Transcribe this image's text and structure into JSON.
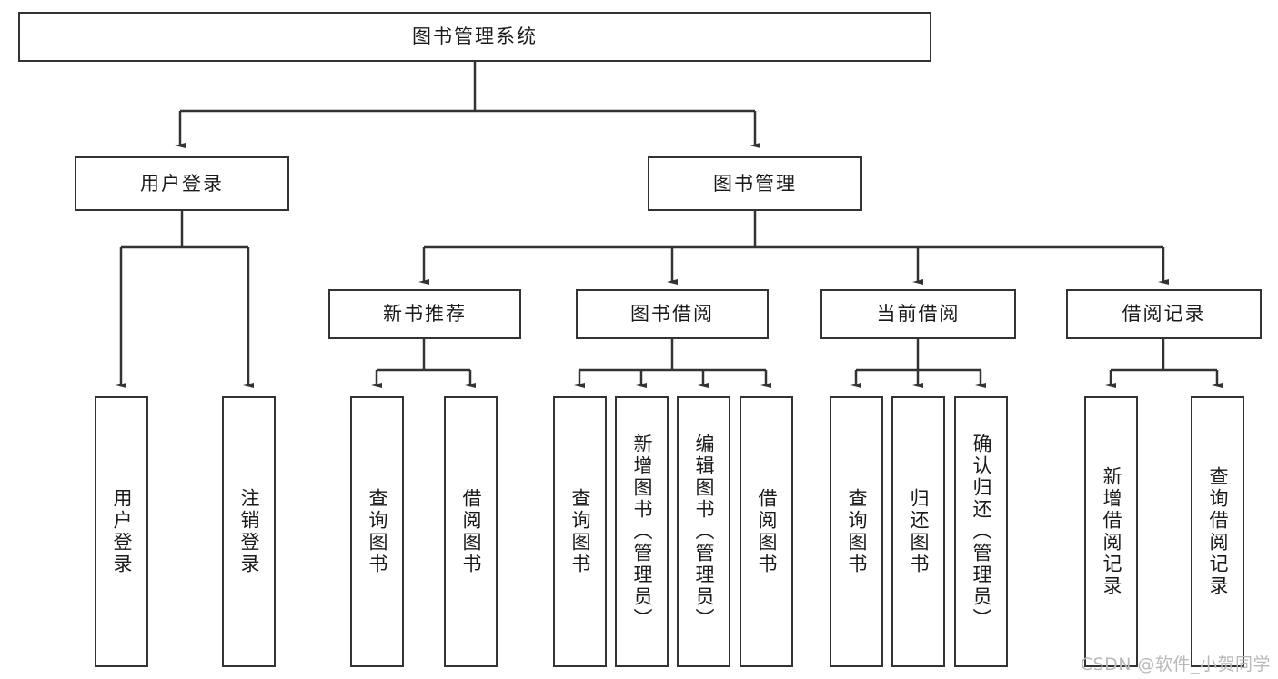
{
  "diagram": {
    "title": "图书管理系统",
    "type": "tree-hierarchy-chart",
    "watermark": "CSDN @软件_小贺同学",
    "colors": {
      "box_border": "#333333",
      "box_fill": "#ffffff",
      "edge": "#333333",
      "text": "#1a1a1a",
      "watermark": "#b9b9b9",
      "background": "#ffffff"
    },
    "nodes": {
      "root": {
        "label": "图书管理系统"
      },
      "level2": [
        {
          "id": "user-login",
          "label": "用户登录"
        },
        {
          "id": "book-management",
          "label": "图书管理"
        }
      ],
      "level3": [
        {
          "id": "new-book-recommend",
          "label": "新书推荐"
        },
        {
          "id": "book-borrow",
          "label": "图书借阅"
        },
        {
          "id": "current-borrow",
          "label": "当前借阅"
        },
        {
          "id": "borrow-record",
          "label": "借阅记录"
        }
      ],
      "leaves": {
        "user-login": [
          {
            "id": "leaf-user-login",
            "label": "用户登录"
          },
          {
            "id": "leaf-logout-login",
            "label": "注销登录"
          }
        ],
        "new-book-recommend": [
          {
            "id": "leaf-query-book-1",
            "label": "查询图书"
          },
          {
            "id": "leaf-borrow-book-1",
            "label": "借阅图书"
          }
        ],
        "book-borrow": [
          {
            "id": "leaf-query-book-2",
            "label": "查询图书"
          },
          {
            "id": "leaf-add-book",
            "label": "新增图书（管理员）"
          },
          {
            "id": "leaf-edit-book",
            "label": "编辑图书（管理员）"
          },
          {
            "id": "leaf-borrow-book-2",
            "label": "借阅图书"
          }
        ],
        "current-borrow": [
          {
            "id": "leaf-query-book-3",
            "label": "查询图书"
          },
          {
            "id": "leaf-return-book",
            "label": "归还图书"
          },
          {
            "id": "leaf-confirm-return",
            "label": "确认归还（管理员）"
          }
        ],
        "borrow-record": [
          {
            "id": "leaf-add-record",
            "label": "新增借阅记录"
          },
          {
            "id": "leaf-query-record",
            "label": "查询借阅记录"
          }
        ]
      }
    }
  }
}
